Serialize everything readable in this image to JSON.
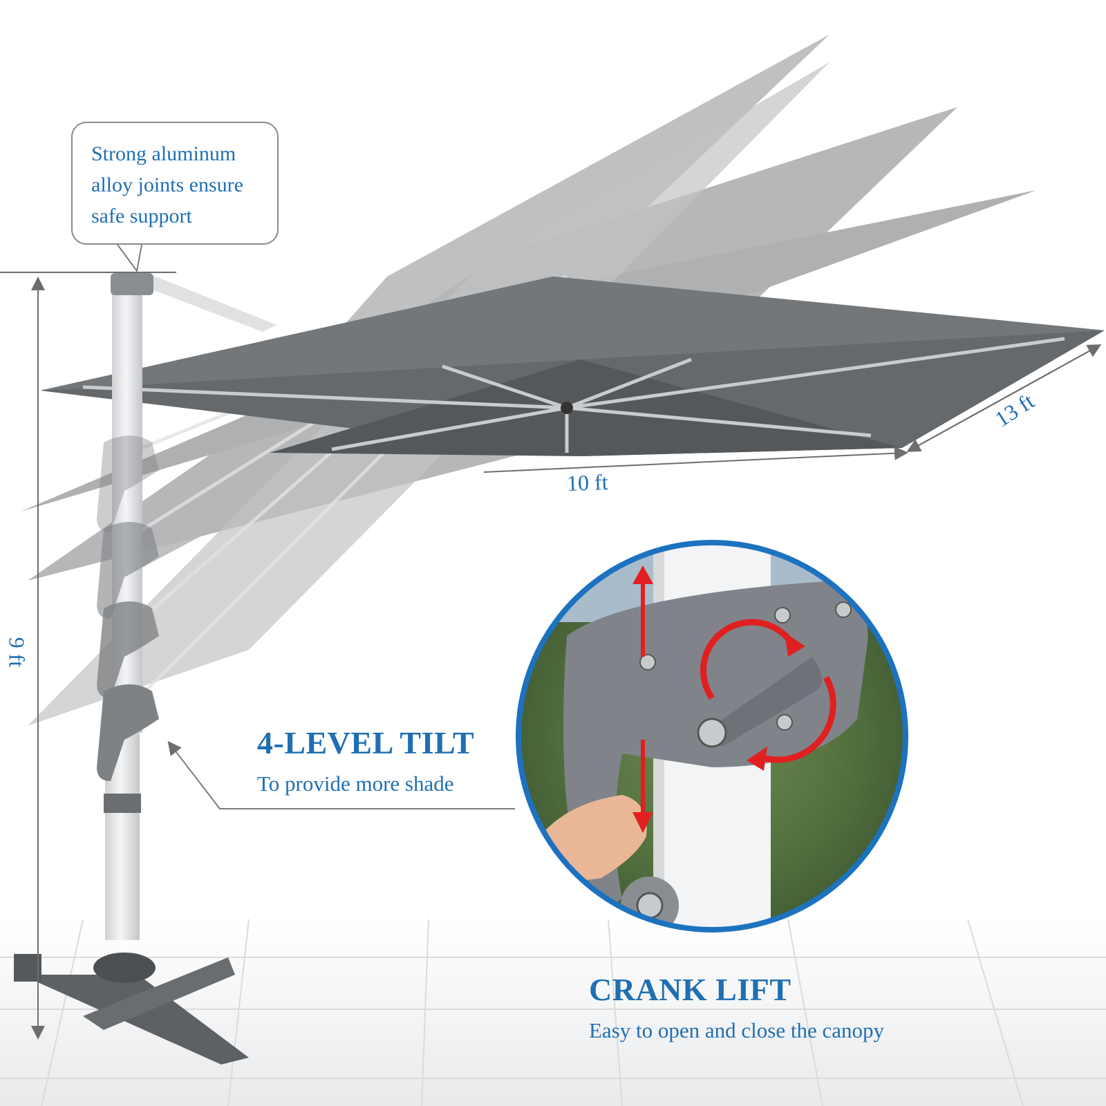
{
  "callouts": {
    "joints": "Strong aluminum alloy joints ensure safe support",
    "tilt_title": "4-LEVEL TILT",
    "tilt_subtitle": "To provide more shade",
    "crank_title": "CRANK LIFT",
    "crank_subtitle": "Easy to open and close the canopy"
  },
  "dimensions": {
    "width": "10 ft",
    "depth": "13 ft",
    "height": "9 ft"
  },
  "colors": {
    "accent_blue": "#1f6fb3",
    "canopy_gray": "#5f6265",
    "pole_white": "#e6e7e9",
    "arrow_red": "#e02020",
    "circle_border": "#1d72c0"
  },
  "icons": [
    "up-down-arrow-icon",
    "rotate-arrow-icon"
  ]
}
